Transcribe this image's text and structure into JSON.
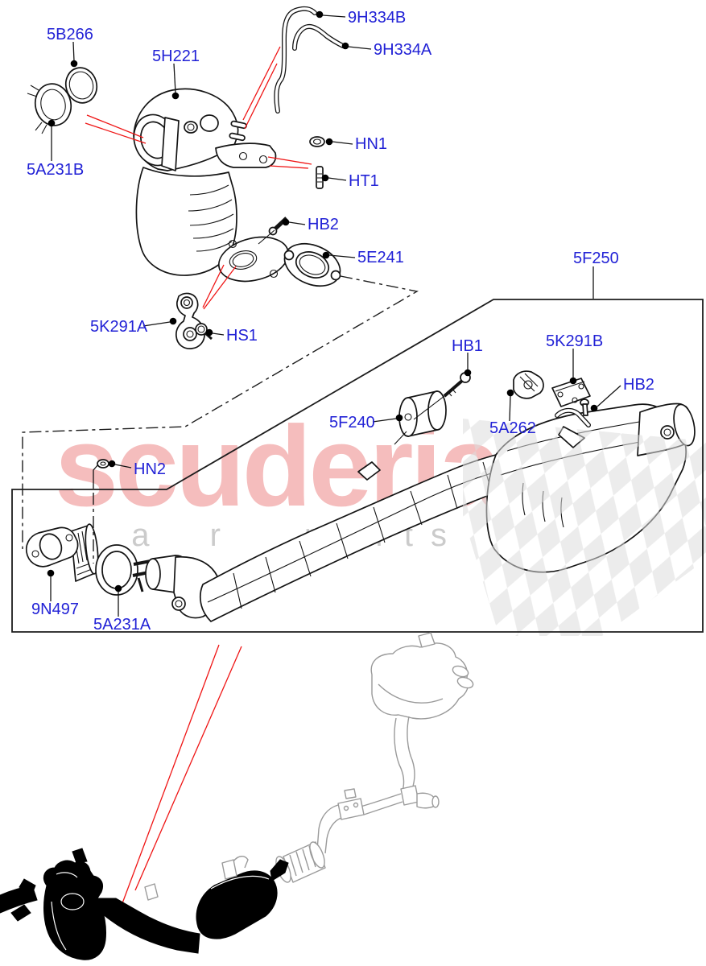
{
  "page": {
    "kind": "exploded-parts-diagram",
    "subject": "Exhaust system - catalytic converter, front pipe and muffler",
    "background": "#ffffff"
  },
  "watermark": {
    "brand": "scuderia",
    "tagline_words": [
      "car",
      "parts"
    ],
    "brand_color": "#f5bdbd",
    "tagline_color": "#cbcbcb",
    "checker_color": "#dcdcdc"
  },
  "colors": {
    "part_label_blue": "#2222d6",
    "red_pointer": "#ef1515",
    "linework": "#141414",
    "overview_highlight": "#000000",
    "overview_secondary": "#9a9a9a"
  },
  "diagram": {
    "labels": [
      {
        "text": "5B266"
      },
      {
        "text": "5H221"
      },
      {
        "text": "9H334B"
      },
      {
        "text": "9H334A"
      },
      {
        "text": "HN1"
      },
      {
        "text": "HT1"
      },
      {
        "text": "HB2"
      },
      {
        "text": "5E241"
      },
      {
        "text": "5F250"
      },
      {
        "text": "5K291A"
      },
      {
        "text": "HS1"
      },
      {
        "text": "HB1"
      },
      {
        "text": "5K291B"
      },
      {
        "text": "HB2"
      },
      {
        "text": "5F240"
      },
      {
        "text": "5A262"
      },
      {
        "text": "HN2"
      },
      {
        "text": "9N497"
      },
      {
        "text": "5A231A"
      },
      {
        "text": "5A231B"
      }
    ]
  }
}
